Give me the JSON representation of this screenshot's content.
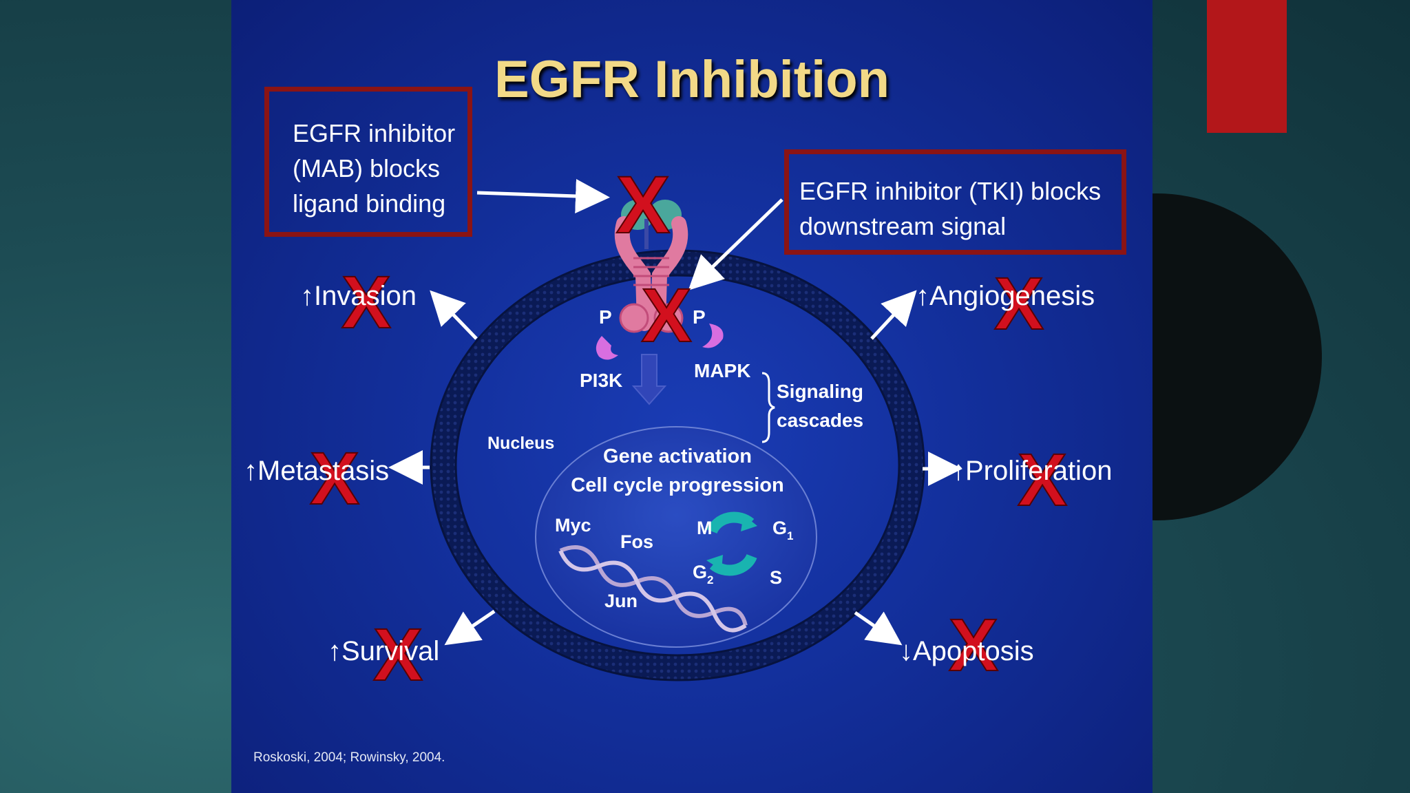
{
  "title": "EGFR Inhibition",
  "callouts": {
    "mab": [
      "EGFR inhibitor",
      "(MAB) blocks",
      "ligand binding"
    ],
    "tki": [
      "EGFR inhibitor (TKI) blocks",
      "downstream signal"
    ]
  },
  "outcomes": {
    "invasion": {
      "arrow": "↑",
      "label": "Invasion"
    },
    "angiogenesis": {
      "arrow": "↑",
      "label": "Angiogenesis"
    },
    "metastasis": {
      "arrow": "↑",
      "label": "Metastasis"
    },
    "proliferation": {
      "arrow": "↑",
      "label": "Proliferation"
    },
    "survival": {
      "arrow": "↑",
      "label": "Survival"
    },
    "apoptosis": {
      "arrow": "↓",
      "label": "Apoptosis"
    }
  },
  "cell": {
    "p_left": "P",
    "p_right": "P",
    "pi3k": "PI3K",
    "mapk": "MAPK",
    "signaling": [
      "Signaling",
      "cascades"
    ],
    "nucleus": "Nucleus",
    "gene_activation": "Gene activation",
    "cell_cycle": "Cell cycle progression",
    "genes": [
      "Myc",
      "Fos",
      "Jun"
    ],
    "phases": {
      "m": "M",
      "g1": "G",
      "g1_sub": "1",
      "g2": "G",
      "g2_sub": "2",
      "s": "S"
    }
  },
  "citation": "Roskoski, 2004; Rowinsky, 2004.",
  "colors": {
    "title": "#f2d987",
    "callout_border": "#8b1414",
    "x_mark": "#d2101e",
    "background": "#13309d"
  }
}
